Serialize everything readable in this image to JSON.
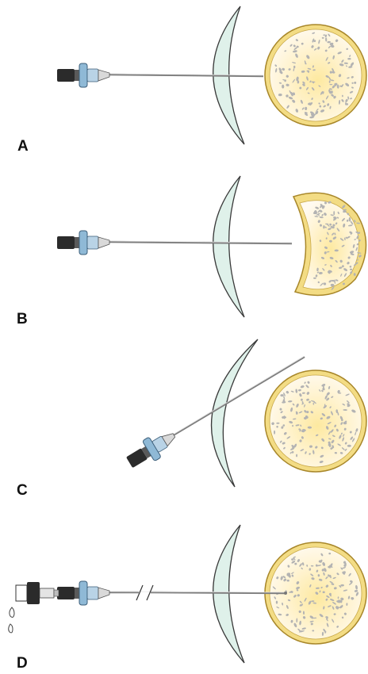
{
  "panels": [
    {
      "label": "A"
    },
    {
      "label": "B"
    },
    {
      "label": "C"
    },
    {
      "label": "D"
    }
  ],
  "colors": {
    "bone_rim": "#f3dc84",
    "bone_rim_stroke": "#a8872a",
    "marrow": "#fff7dc",
    "marrow_core": "#fbe7a6",
    "trabeculae": "#b8b8b8",
    "tissue": "#dff1ea",
    "tissue_stroke": "#3a3a3a",
    "hub_blue": "#8fb9d6",
    "hub_dark": "#2b2b2b",
    "needle": "#9a9a9a"
  },
  "icons": [
    "bone-cross-section-icon",
    "soft-tissue-icon",
    "needle-icon",
    "needle-hub-icon",
    "syringe-icon",
    "drip-icon"
  ]
}
